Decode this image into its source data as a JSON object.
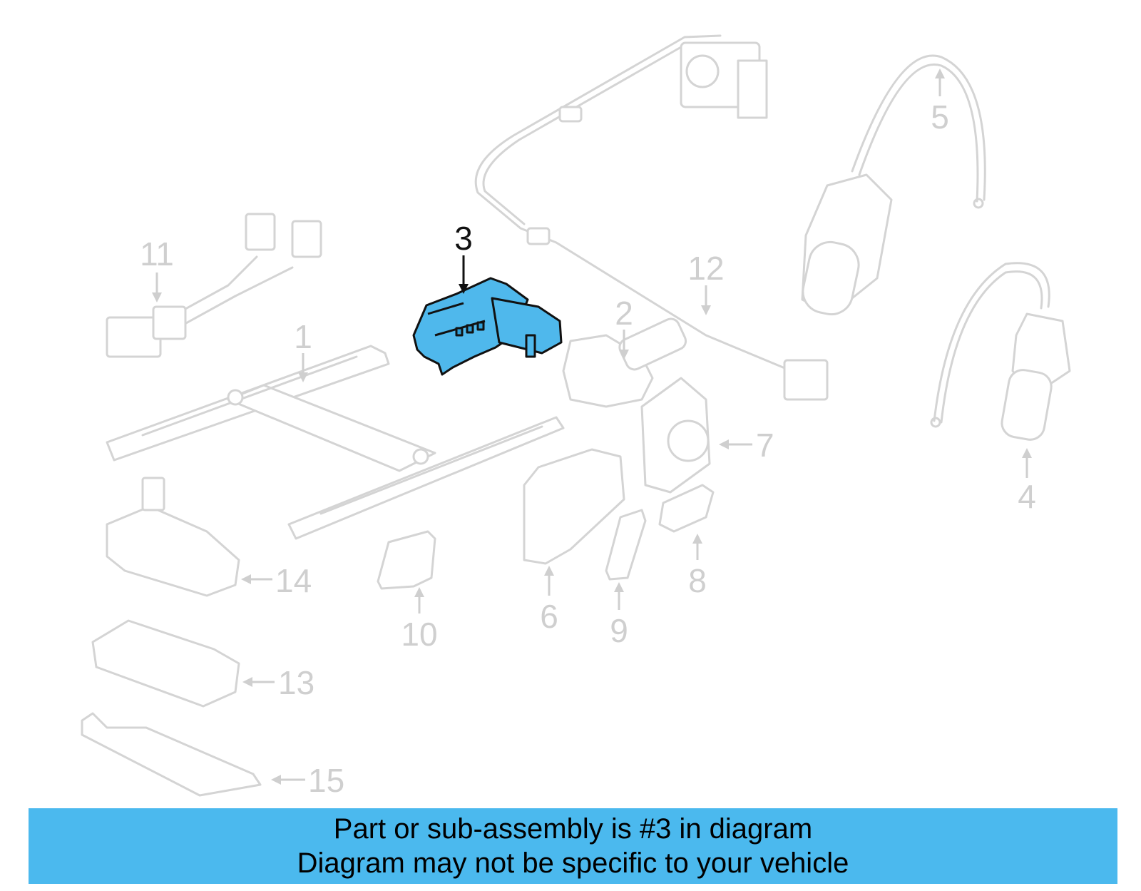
{
  "colors": {
    "highlight": "#4fb8ec",
    "banner": "#4bb9ee",
    "ghost": "#d4d4d4"
  },
  "diagram": {
    "highlighted_part": "3",
    "callouts": [
      "1",
      "2",
      "3",
      "4",
      "5",
      "6",
      "7",
      "8",
      "9",
      "10",
      "11",
      "12",
      "13",
      "14",
      "15"
    ]
  },
  "banner": {
    "line1": "Part or sub-assembly is #3 in diagram",
    "line2": "Diagram may not be specific to your vehicle"
  }
}
